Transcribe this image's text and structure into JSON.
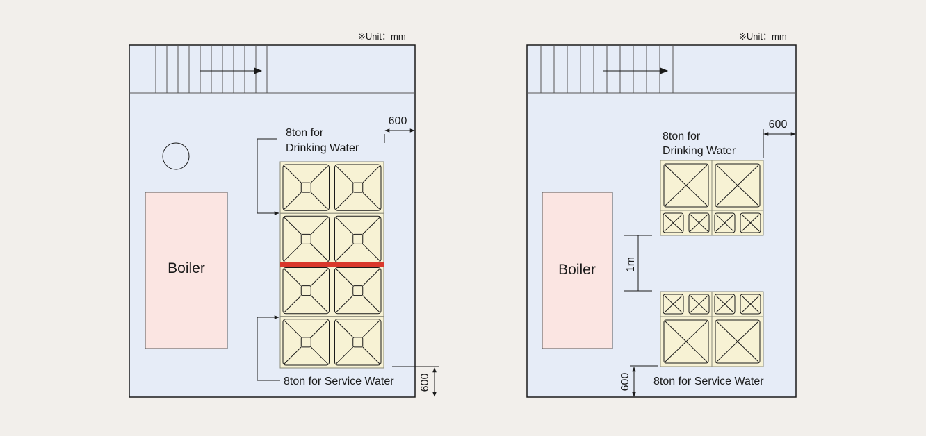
{
  "colors": {
    "background": "#f2efeb",
    "room_fill": "#e6ecf7",
    "outline": "#1a1a1a",
    "boiler_fill": "#fbe5e2",
    "tank_fill": "#f7f2d4",
    "tank_border": "#8a8a7a",
    "highlight_red": "#d9382c"
  },
  "left": {
    "unit_note": "※Unit：mm",
    "drinking_line1": "8ton for",
    "drinking_line2": "Drinking Water",
    "service_label": "8ton for Service Water",
    "dim_right": "600",
    "dim_bottom": "600",
    "boiler_label": "Boiler"
  },
  "right": {
    "unit_note": "※Unit：mm",
    "drinking_line1": "8ton for",
    "drinking_line2": "Drinking Water",
    "service_label": "8ton for Service Water",
    "dim_right": "600",
    "dim_gap": "1m",
    "dim_bottom": "600",
    "boiler_label": "Boiler"
  }
}
